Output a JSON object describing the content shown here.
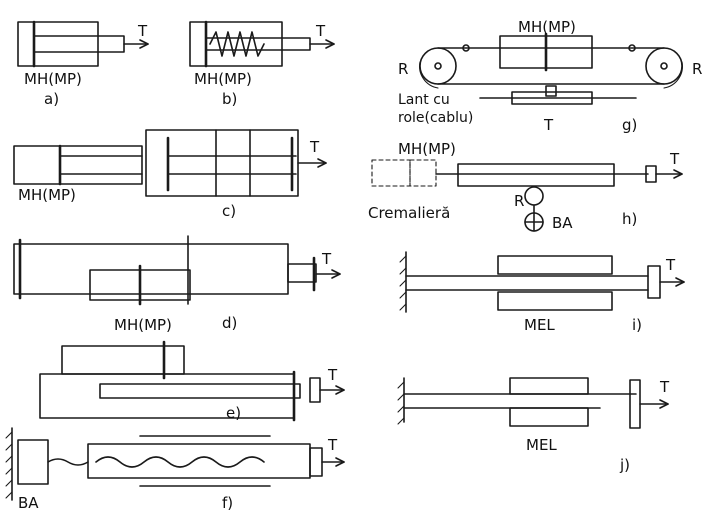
{
  "labels": {
    "T": "T",
    "R": "R",
    "mh_mp": "MH(MP)",
    "mel": "MEL",
    "ba": "BA",
    "lant_line1": "Lant cu",
    "lant_line2": "role(cablu)",
    "cremaliera": "Cremalieră"
  },
  "figures": {
    "a": "a)",
    "b": "b)",
    "c": "c)",
    "d": "d)",
    "e": "e)",
    "f": "f)",
    "g": "g)",
    "h": "h)",
    "i": "i)",
    "j": "j)"
  }
}
